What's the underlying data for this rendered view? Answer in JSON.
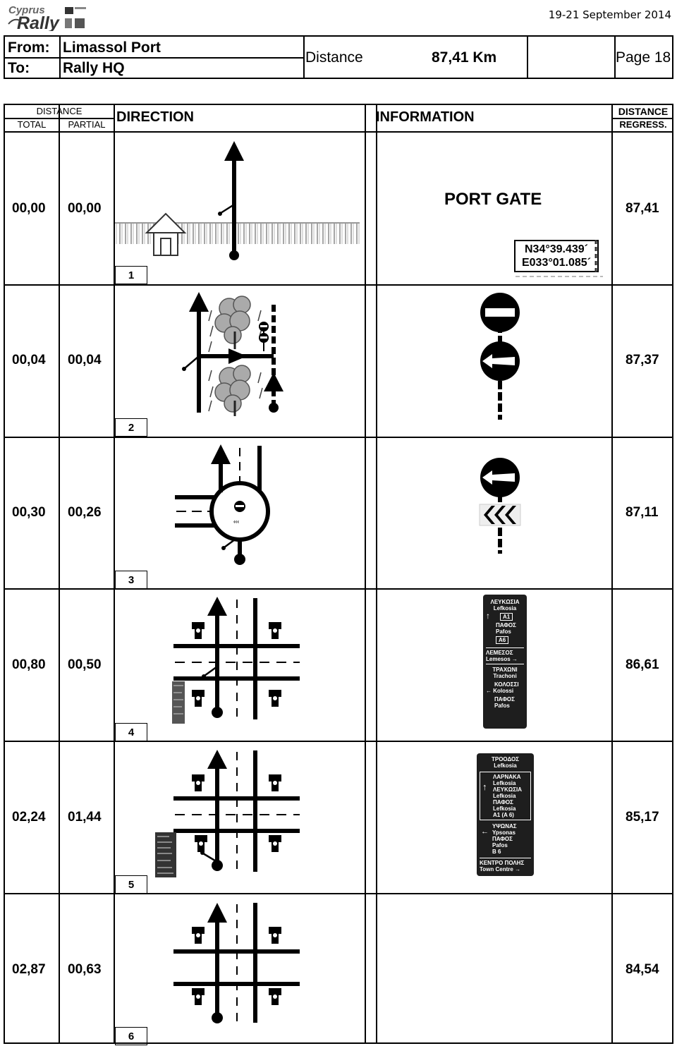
{
  "brand": {
    "logo_text": "Cyprus Rally"
  },
  "header": {
    "date": "19-21 September 2014",
    "from_label": "From:",
    "from_value": "Limassol Port",
    "to_label": "To:",
    "to_value": "Rally HQ",
    "distance_label": "Distance",
    "distance_value": "87,41 Km",
    "page_label": "Page 18"
  },
  "columns": {
    "distance": "DISTANCE",
    "total": "TOTAL",
    "partial": "PARTIAL",
    "direction": "DIRECTION",
    "information": "INFORMATION",
    "distance_regress_1": "DISTANCE",
    "distance_regress_2": "REGRESS."
  },
  "rows": [
    {
      "total": "00,00",
      "partial": "00,00",
      "number": "1",
      "regress": "87,41",
      "info_title": "PORT GATE",
      "gps_lat": "N34°39.439´",
      "gps_lon": "E033°01.085´"
    },
    {
      "total": "00,04",
      "partial": "00,04",
      "number": "2",
      "regress": "87,37"
    },
    {
      "total": "00,30",
      "partial": "00,26",
      "number": "3",
      "regress": "87,11"
    },
    {
      "total": "00,80",
      "partial": "00,50",
      "number": "4",
      "regress": "86,61"
    },
    {
      "total": "02,24",
      "partial": "01,44",
      "number": "5",
      "regress": "85,17"
    },
    {
      "total": "02,87",
      "partial": "00,63",
      "number": "6",
      "regress": "84,54"
    }
  ],
  "sign4": {
    "l1": "ΛΕΥΚΩΣΙΑ",
    "l2": "Lefkosia",
    "a1": "A1",
    "l3": "ΠΑΦΟΣ",
    "l4": "Pafos",
    "a6": "A6",
    "l5": "ΛΕΜΕΣΟΣ",
    "l6": "Lemesos",
    "l7": "ΤΡΑΧΩΝΙ",
    "l8": "Trachoni",
    "l9": "ΚΟΛΟΣΣΙ",
    "l10": "Kolossi",
    "l11": "ΠΑΦΟΣ",
    "l12": "Pafos"
  },
  "sign5": {
    "l1": "ΤΡΟΟΔΟΣ",
    "l2": "Lefkosia",
    "l3": "ΛΑΡΝΑΚΑ",
    "l4": "Lefkosia",
    "l5": "ΛΕΥΚΩΣΙΑ",
    "l6": "Lefkosia",
    "l7": "ΠΑΦΟΣ",
    "l8": "Lefkosia",
    "l9": "A1 (A 6)",
    "l10": "ΥΨΩΝΑΣ",
    "l11": "Ypsonas",
    "l12": "ΠΑΦΟΣ",
    "l13": "Pafos",
    "l14": "B 6",
    "l15": "ΚΕΝΤΡΟ ΠΟΛΗΣ",
    "l16": "Town Centre"
  }
}
